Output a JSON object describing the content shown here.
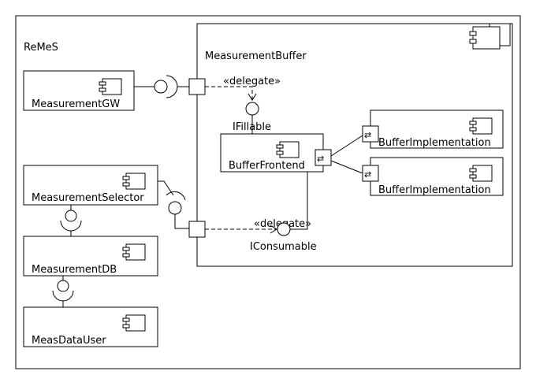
{
  "system": {
    "label": "ReMeS"
  },
  "buffer": {
    "label": "MeasurementBuffer",
    "frontend": "BufferFrontend",
    "implementations": [
      "BufferImplementation",
      "BufferImplementation"
    ],
    "ifillable": "IFillable",
    "iconsumable": "IConsumable"
  },
  "components": {
    "gateway": "MeasurementGW",
    "selector": "MeasurementSelector",
    "db": "MeasurementDB",
    "user": "MeasDataUser"
  },
  "stereotypes": {
    "delegate_top": "«delegate»",
    "delegate_bottom": "«delegate»"
  }
}
